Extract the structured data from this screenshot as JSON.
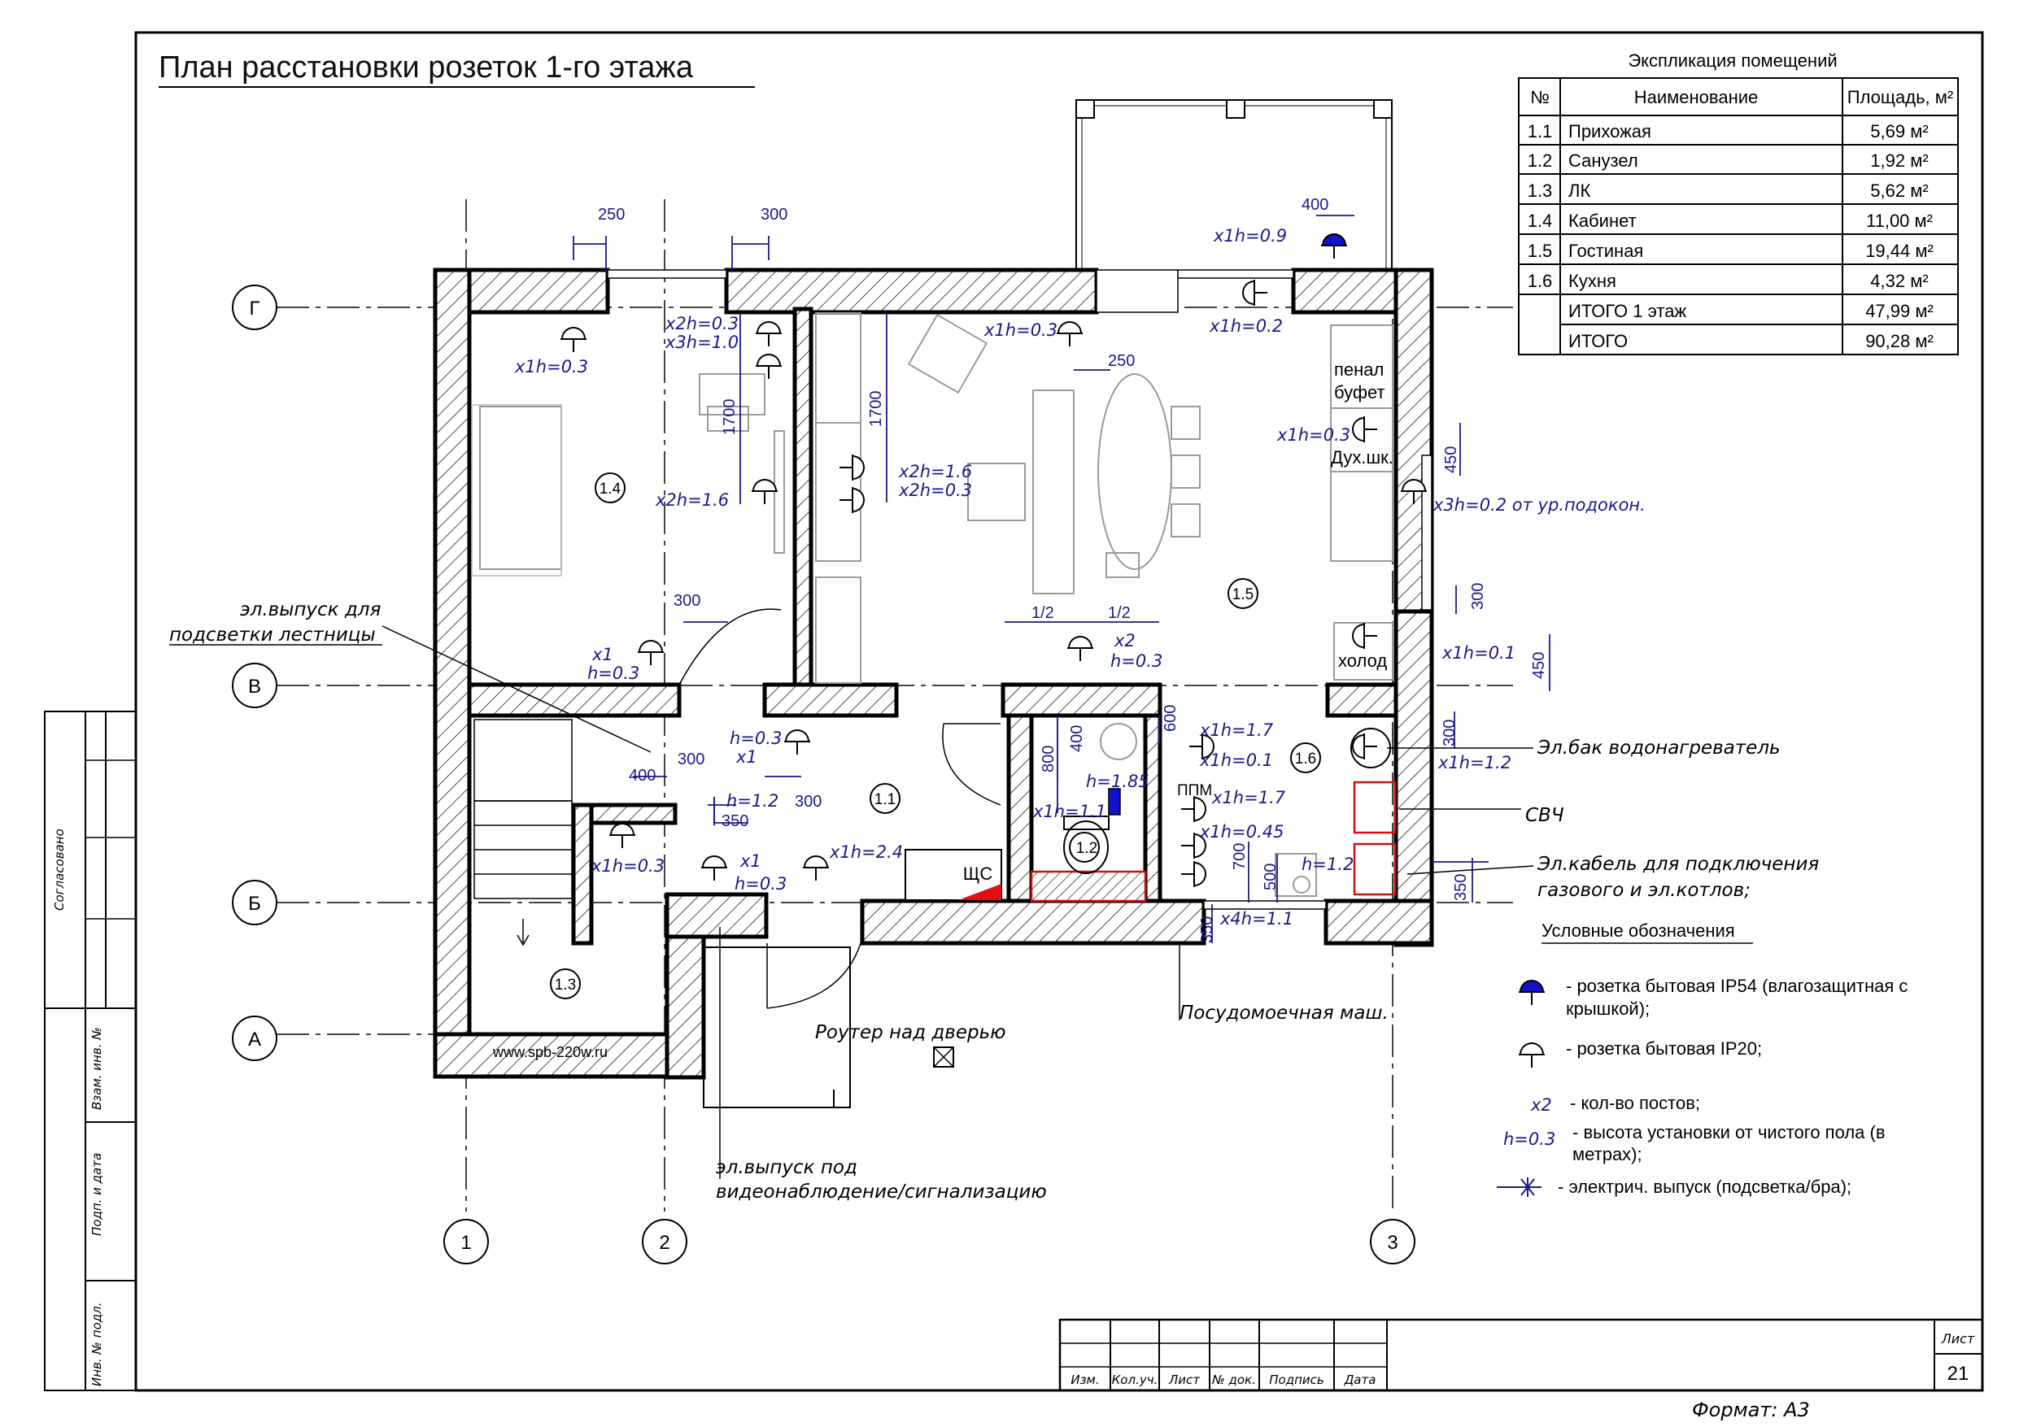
{
  "title": "План расстановки розеток 1-го этажа",
  "explication": {
    "heading": "Экспликация помещений",
    "headers": [
      "№",
      "Наименование",
      "Площадь, м²"
    ],
    "rows": [
      [
        "1.1",
        "Прихожая",
        "5,69 м²"
      ],
      [
        "1.2",
        "Санузел",
        "1,92 м²"
      ],
      [
        "1.3",
        "ЛК",
        "5,62 м²"
      ],
      [
        "1.4",
        "Кабинет",
        "11,00 м²"
      ],
      [
        "1.5",
        "Гостиная",
        "19,44 м²"
      ],
      [
        "1.6",
        "Кухня",
        "4,32 м²"
      ],
      [
        "",
        "ИТОГО 1 этаж",
        "47,99 м²"
      ],
      [
        "",
        "ИТОГО",
        "90,28 м²"
      ]
    ]
  },
  "axes": {
    "rows": [
      "Г",
      "В",
      "Б",
      "А"
    ],
    "cols": [
      "1",
      "2",
      "3"
    ]
  },
  "rooms": {
    "r11": "1.1",
    "r12": "1.2",
    "r13": "1.3",
    "r14": "1.4",
    "r15": "1.5",
    "r16": "1.6"
  },
  "labels": {
    "stair_outlet_1": "эл.выпуск для",
    "stair_outlet_2": "подсветки лестницы",
    "router": "Роутер над дверью",
    "video_1": "эл.выпуск под",
    "video_2": "видеонаблюдение/сигнализацию",
    "dishwasher": "Посудомоечная маш.",
    "boiler": "Эл.бак водонагреватель",
    "microwave": "СВЧ",
    "cable_1": "Эл.кабель для подключения",
    "cable_2": "газового и эл.котлов;",
    "penal": "пенал",
    "bufet": "буфет",
    "oven": "Дух.шк.",
    "fridge": "холод",
    "panel": "ЩС",
    "ppm": "ППМ",
    "website": "www.spb-220w.ru"
  },
  "annotations": {
    "a1": "x1h=0.3",
    "a2": "x2h=0.3",
    "a3": "x3h=1.0",
    "a4": "x2h=1.6",
    "a5": "x2h=1.6",
    "a6": "x2h=0.3",
    "a7": "x1h=0.3",
    "a8": "x1h=0.9",
    "a9": "x1h=0.2",
    "a10": "x1h=0.3",
    "a11": "x3h=0.2 от ур.подокон.",
    "a12": "x1",
    "a13": "h=0.3",
    "a14": "x2",
    "a15": "h=0.3",
    "a16": "x1h=0.1",
    "a17": "h=0.3",
    "a18": "x1",
    "a19": "h=1.2",
    "a20": "x1h=0.3",
    "a21": "x1",
    "a22": "h=0.3",
    "a23": "x1h=2.4",
    "a24": "x1h=1.7",
    "a25": "x1h=0.1",
    "a26": "h=1.85",
    "a27": "x1h=1.1",
    "a28": "x1h=1.7",
    "a29": "x1h=0.45",
    "a30": "h=1.2",
    "a31": "x4h=1.1",
    "a32": "x1h=1.2"
  },
  "dims": {
    "d250a": "250",
    "d300a": "300",
    "d400a": "400",
    "d250b": "250",
    "d1700a": "1700",
    "d1700b": "1700",
    "d450a": "450",
    "d300b": "300",
    "d450b": "450",
    "d1_2a": "1/2",
    "d1_2b": "1/2",
    "d300c": "300",
    "d400b": "400",
    "d300d": "300",
    "d300e": "300",
    "d350a": "350",
    "d400c": "400",
    "d800": "800",
    "d600": "600",
    "d700": "700",
    "d500": "500",
    "d350b": "350",
    "d350c": "350",
    "d300f": "300"
  },
  "legend": {
    "title": "Условные обозначения",
    "ip54_1": "- розетка бытовая IP54 (влагозащитная с",
    "ip54_2": "крышкой);",
    "ip20": "- розетка бытовая IP20;",
    "count_sym": "x2",
    "count": "- кол-во постов;",
    "height_sym": "h=0.3",
    "height_1": "- высота установки от чистого пола (в",
    "height_2": "метрах);",
    "outlet": "- электрич. выпуск (подсветка/бра);"
  },
  "stamp": {
    "headers": [
      "Изм.",
      "Кол.уч.",
      "Лист",
      "№ док.",
      "Подпись",
      "Дата"
    ],
    "sheet_label": "Лист",
    "sheet_no": "21",
    "format": "Формат: А3"
  },
  "side_stamp": [
    "Согласовано",
    "Взам. инв. №",
    "Подп. и дата",
    "Инв. № подл."
  ]
}
